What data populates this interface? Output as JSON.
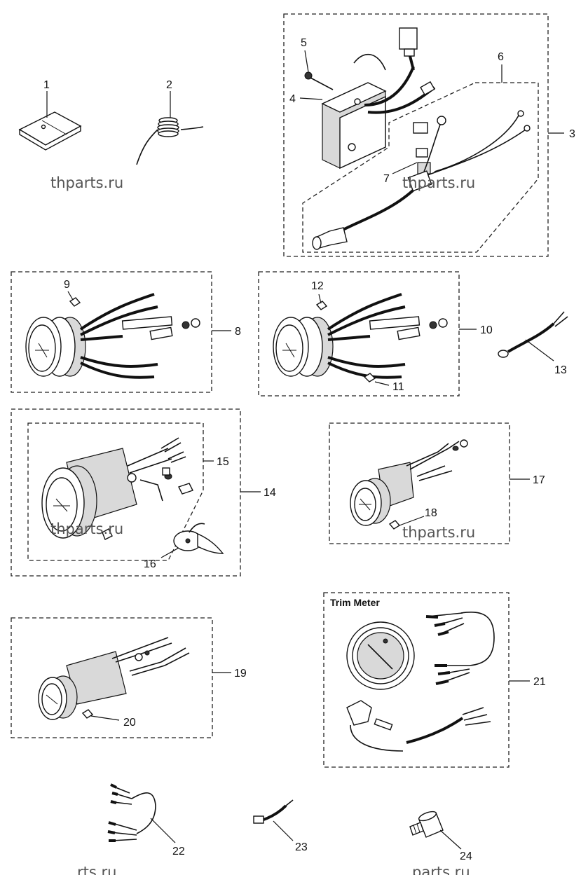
{
  "labels": {
    "p1": "1",
    "p2": "2",
    "p3": "3",
    "p4": "4",
    "p5": "5",
    "p6": "6",
    "p7": "7",
    "p8": "8",
    "p9": "9",
    "p10": "10",
    "p11": "11",
    "p12": "12",
    "p13": "13",
    "p14": "14",
    "p15": "15",
    "p16": "16",
    "p17": "17",
    "p18": "18",
    "p19": "19",
    "p20": "20",
    "p21": "21",
    "p22": "22",
    "p23": "23",
    "p24": "24"
  },
  "captions": {
    "trim_meter": "Trim Meter"
  },
  "watermark": "thparts.ru",
  "watermark_partial": "parts.ru",
  "watermark_partial_left": "rts.ru"
}
